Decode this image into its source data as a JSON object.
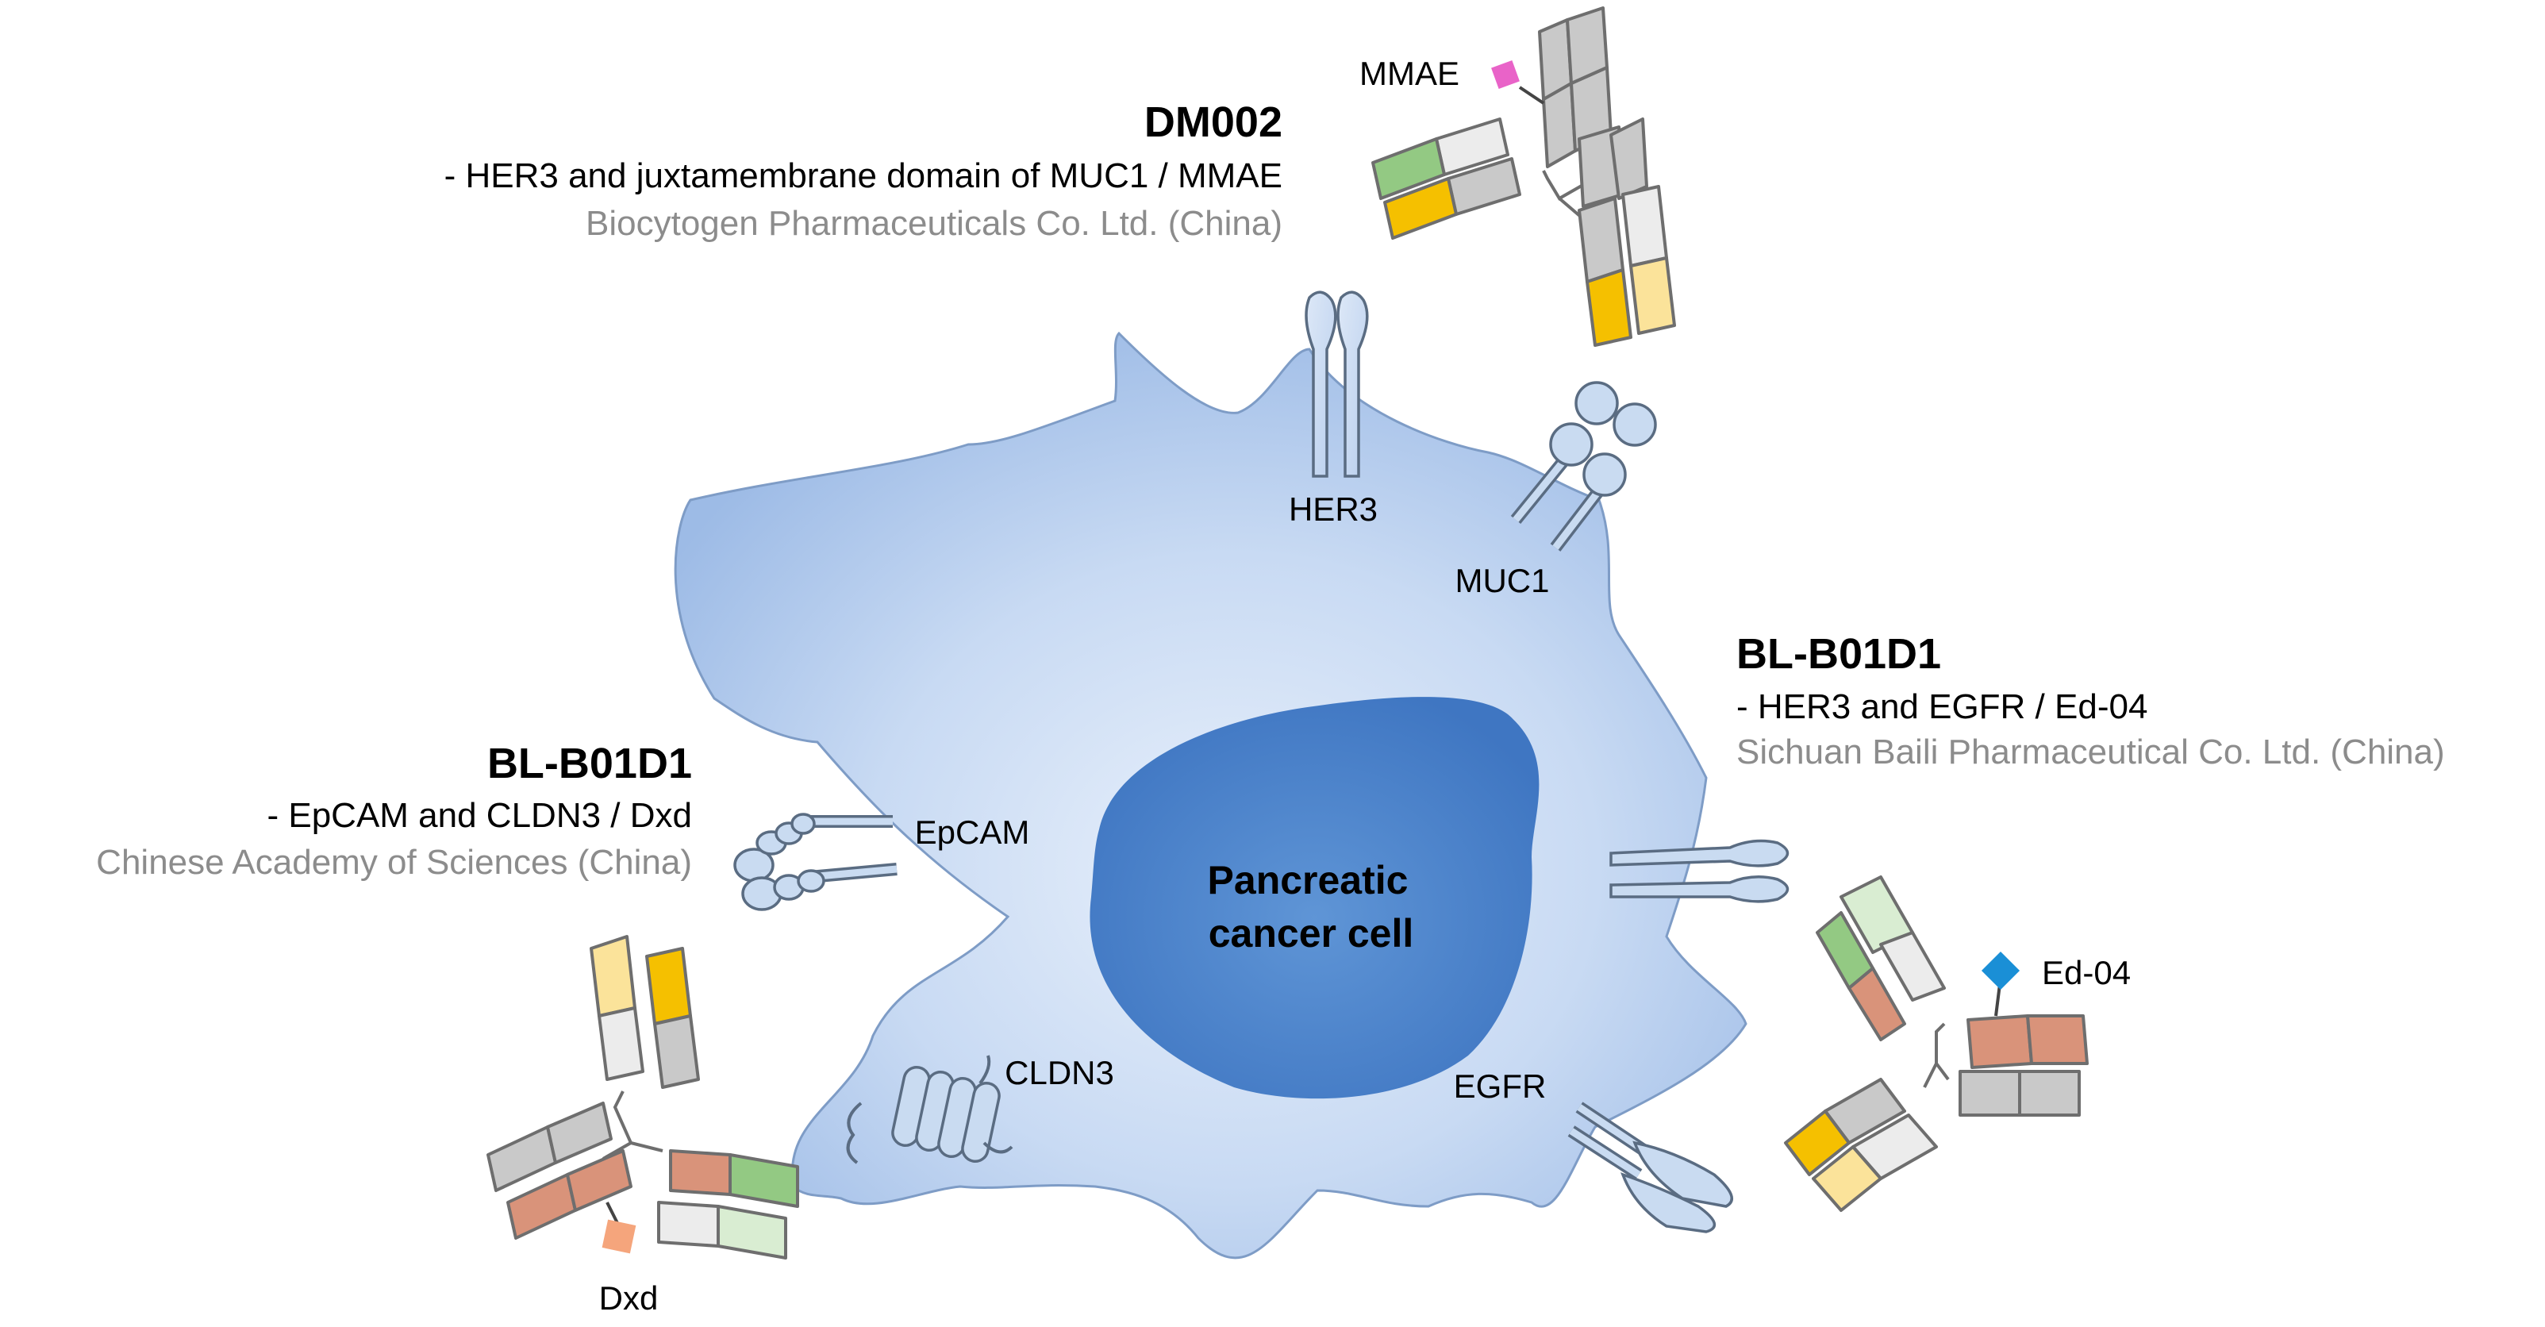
{
  "nucleus": {
    "line1": "Pancreatic",
    "line2": "cancer cell"
  },
  "receptors": {
    "her3": "HER3",
    "muc1": "MUC1",
    "epcam": "EpCAM",
    "cldn3": "CLDN3",
    "egfr": "EGFR"
  },
  "adc_top": {
    "name": "DM002",
    "targets": "- HER3 and juxtamembrane domain of MUC1 / MMAE",
    "company": "Biocytogen Pharmaceuticals Co. Ltd. (China)",
    "payload": "MMAE"
  },
  "adc_right": {
    "name": "BL-B01D1",
    "targets": "- HER3 and EGFR / Ed-04",
    "company": "Sichuan Baili Pharmaceutical Co. Ltd. (China)",
    "payload": "Ed-04"
  },
  "adc_left": {
    "name": "BL-B01D1",
    "targets": "- EpCAM and CLDN3 / Dxd",
    "company": "Chinese Academy of Sciences (China)",
    "payload": "Dxd"
  },
  "colors": {
    "cell": "#a9c3ea",
    "nucleus": "#4f86cc",
    "receptor": "#c9dbf1",
    "heavy_chain": "#c9c9c9",
    "light_chain": "#ececec",
    "gold": "#f5c000",
    "pale_gold": "#fbe39a",
    "green": "#93c983",
    "pale_green": "#d9edd2",
    "salmon": "#d9937a",
    "mmae": "#e963c8",
    "ed04": "#1a8fd6",
    "dxd": "#f5a57c"
  }
}
